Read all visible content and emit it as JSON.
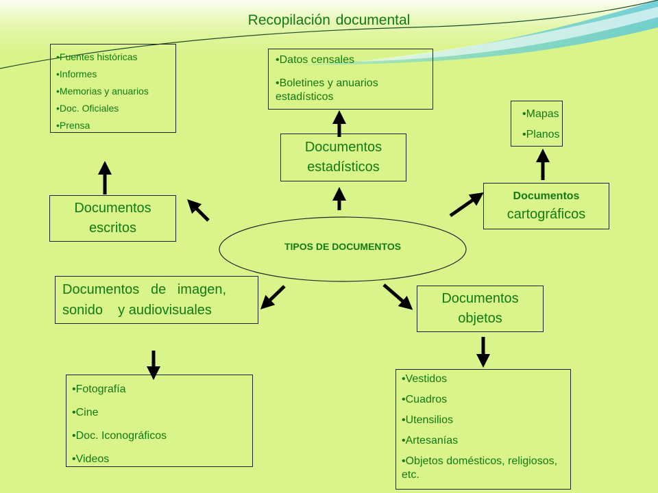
{
  "title": "Recopilación  documental",
  "center": "TIPOS DE DOCUMENTOS",
  "escritos": {
    "label_line1": "Documentos",
    "label_line2": "escritos",
    "items": [
      "Fuentes históricas",
      "Informes",
      "Memorias y anuarios",
      "Doc. Oficiales",
      "Prensa"
    ]
  },
  "estadisticos": {
    "label_line1": "Documentos",
    "label_line2": "estadísticos",
    "items": [
      "Datos censales",
      "Boletines y anuarios estadísticos"
    ]
  },
  "cartograficos": {
    "label_line1": "Documentos",
    "label_line2": "cartográficos",
    "items": [
      "Mapas",
      "Planos"
    ]
  },
  "imagen": {
    "label_line1": "Documentos   de   imagen,",
    "label_line2": "sonido    y audiovisuales",
    "items": [
      "Fotografía",
      "Cine",
      "Doc. Iconográficos",
      "Videos"
    ]
  },
  "objetos": {
    "label_line1": "Documentos",
    "label_line2": "objetos",
    "items": [
      "Vestidos",
      "Cuadros",
      "Utensilios",
      "Artesanías",
      "Objetos domésticos, religiosos, etc."
    ]
  },
  "colors": {
    "text": "#127a12",
    "background": "#d9f48a",
    "arrow": "#000000",
    "wave": "#6fcdd0"
  }
}
